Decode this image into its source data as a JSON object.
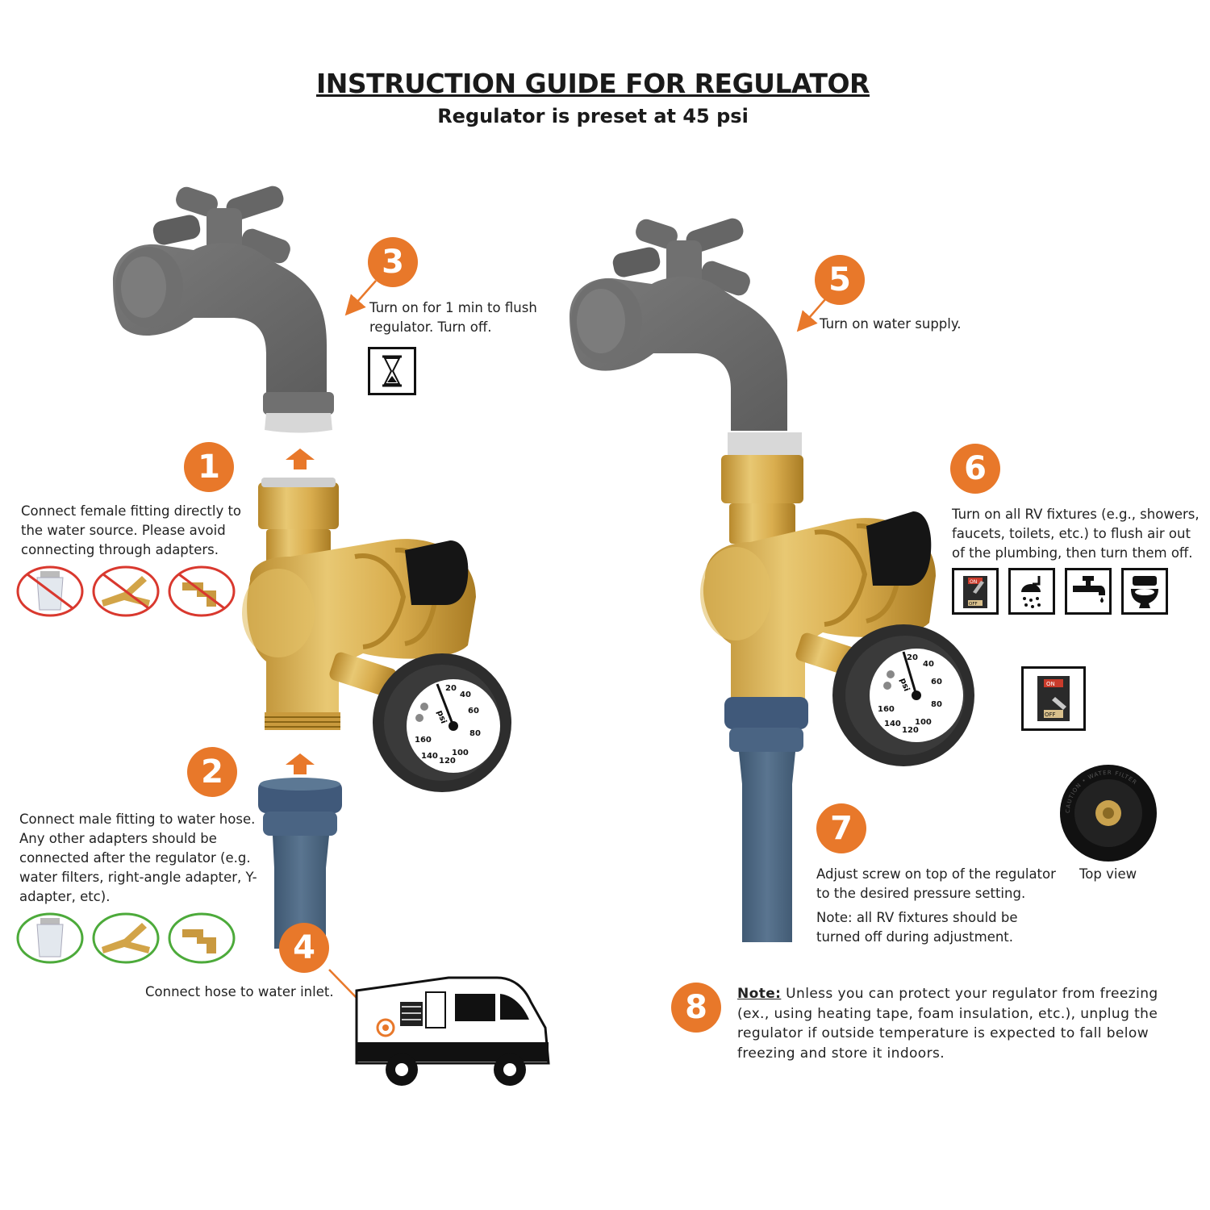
{
  "title": "INSTRUCTION GUIDE FOR REGULATOR",
  "subtitle": "Regulator is preset at 45 psi",
  "colors": {
    "badge": "#e8782a",
    "brass": "#d9b25a",
    "brass_dark": "#b88c30",
    "faucet": "#6e6e6e",
    "hose": "#4f6a84",
    "knob": "#1a1a1a",
    "no_red": "#d9382e",
    "ok_green": "#4caa3a"
  },
  "steps": [
    {
      "number": "1",
      "text": "Connect female fitting directly to the water source. Please avoid connecting through adapters.",
      "icons": [
        "water-filter-icon",
        "y-adapter-icon",
        "right-angle-adapter-icon"
      ],
      "icon_state": "prohibited"
    },
    {
      "number": "2",
      "text": "Connect male fitting to water hose. Any other adapters should be connected after the regulator (e.g. water filters, right-angle adapter, Y-adapter, etc).",
      "icons": [
        "water-filter-icon",
        "y-adapter-icon",
        "right-angle-adapter-icon"
      ],
      "icon_state": "allowed"
    },
    {
      "number": "3",
      "text": "Turn on for 1 min to flush regulator. Turn off.",
      "icons": [
        "hourglass-icon"
      ]
    },
    {
      "number": "4",
      "text": "Connect hose to water inlet.",
      "icons": [
        "rv-icon"
      ]
    },
    {
      "number": "5",
      "text": "Turn on water supply."
    },
    {
      "number": "6",
      "text": "Turn on all RV fixtures (e.g., showers, faucets, toilets, etc.) to flush air out of the plumbing, then turn them off.",
      "icons": [
        "switch-on-icon",
        "shower-icon",
        "faucet-icon",
        "toilet-icon",
        "switch-off-icon"
      ]
    },
    {
      "number": "7",
      "text": "Adjust screw on top of the regulator to the desired pressure setting.",
      "note": "Note: all RV fixtures should be turned off during adjustment.",
      "top_view_label": "Top view"
    },
    {
      "number": "8",
      "note_label": "Note:",
      "text": " Unless you can protect your regulator from freezing (ex., using heating tape, foam insulation, etc.), unplug the regulator if outside temperature is expected to fall below freezing and store it indoors."
    }
  ],
  "gauge": {
    "unit": "psi",
    "ticks": [
      "20",
      "40",
      "60",
      "80",
      "100",
      "120",
      "140",
      "160"
    ]
  },
  "switch": {
    "on_label": "ON",
    "off_label": "OFF"
  },
  "top_view_ring_text": "CAUTION  •  WATER FILTER"
}
